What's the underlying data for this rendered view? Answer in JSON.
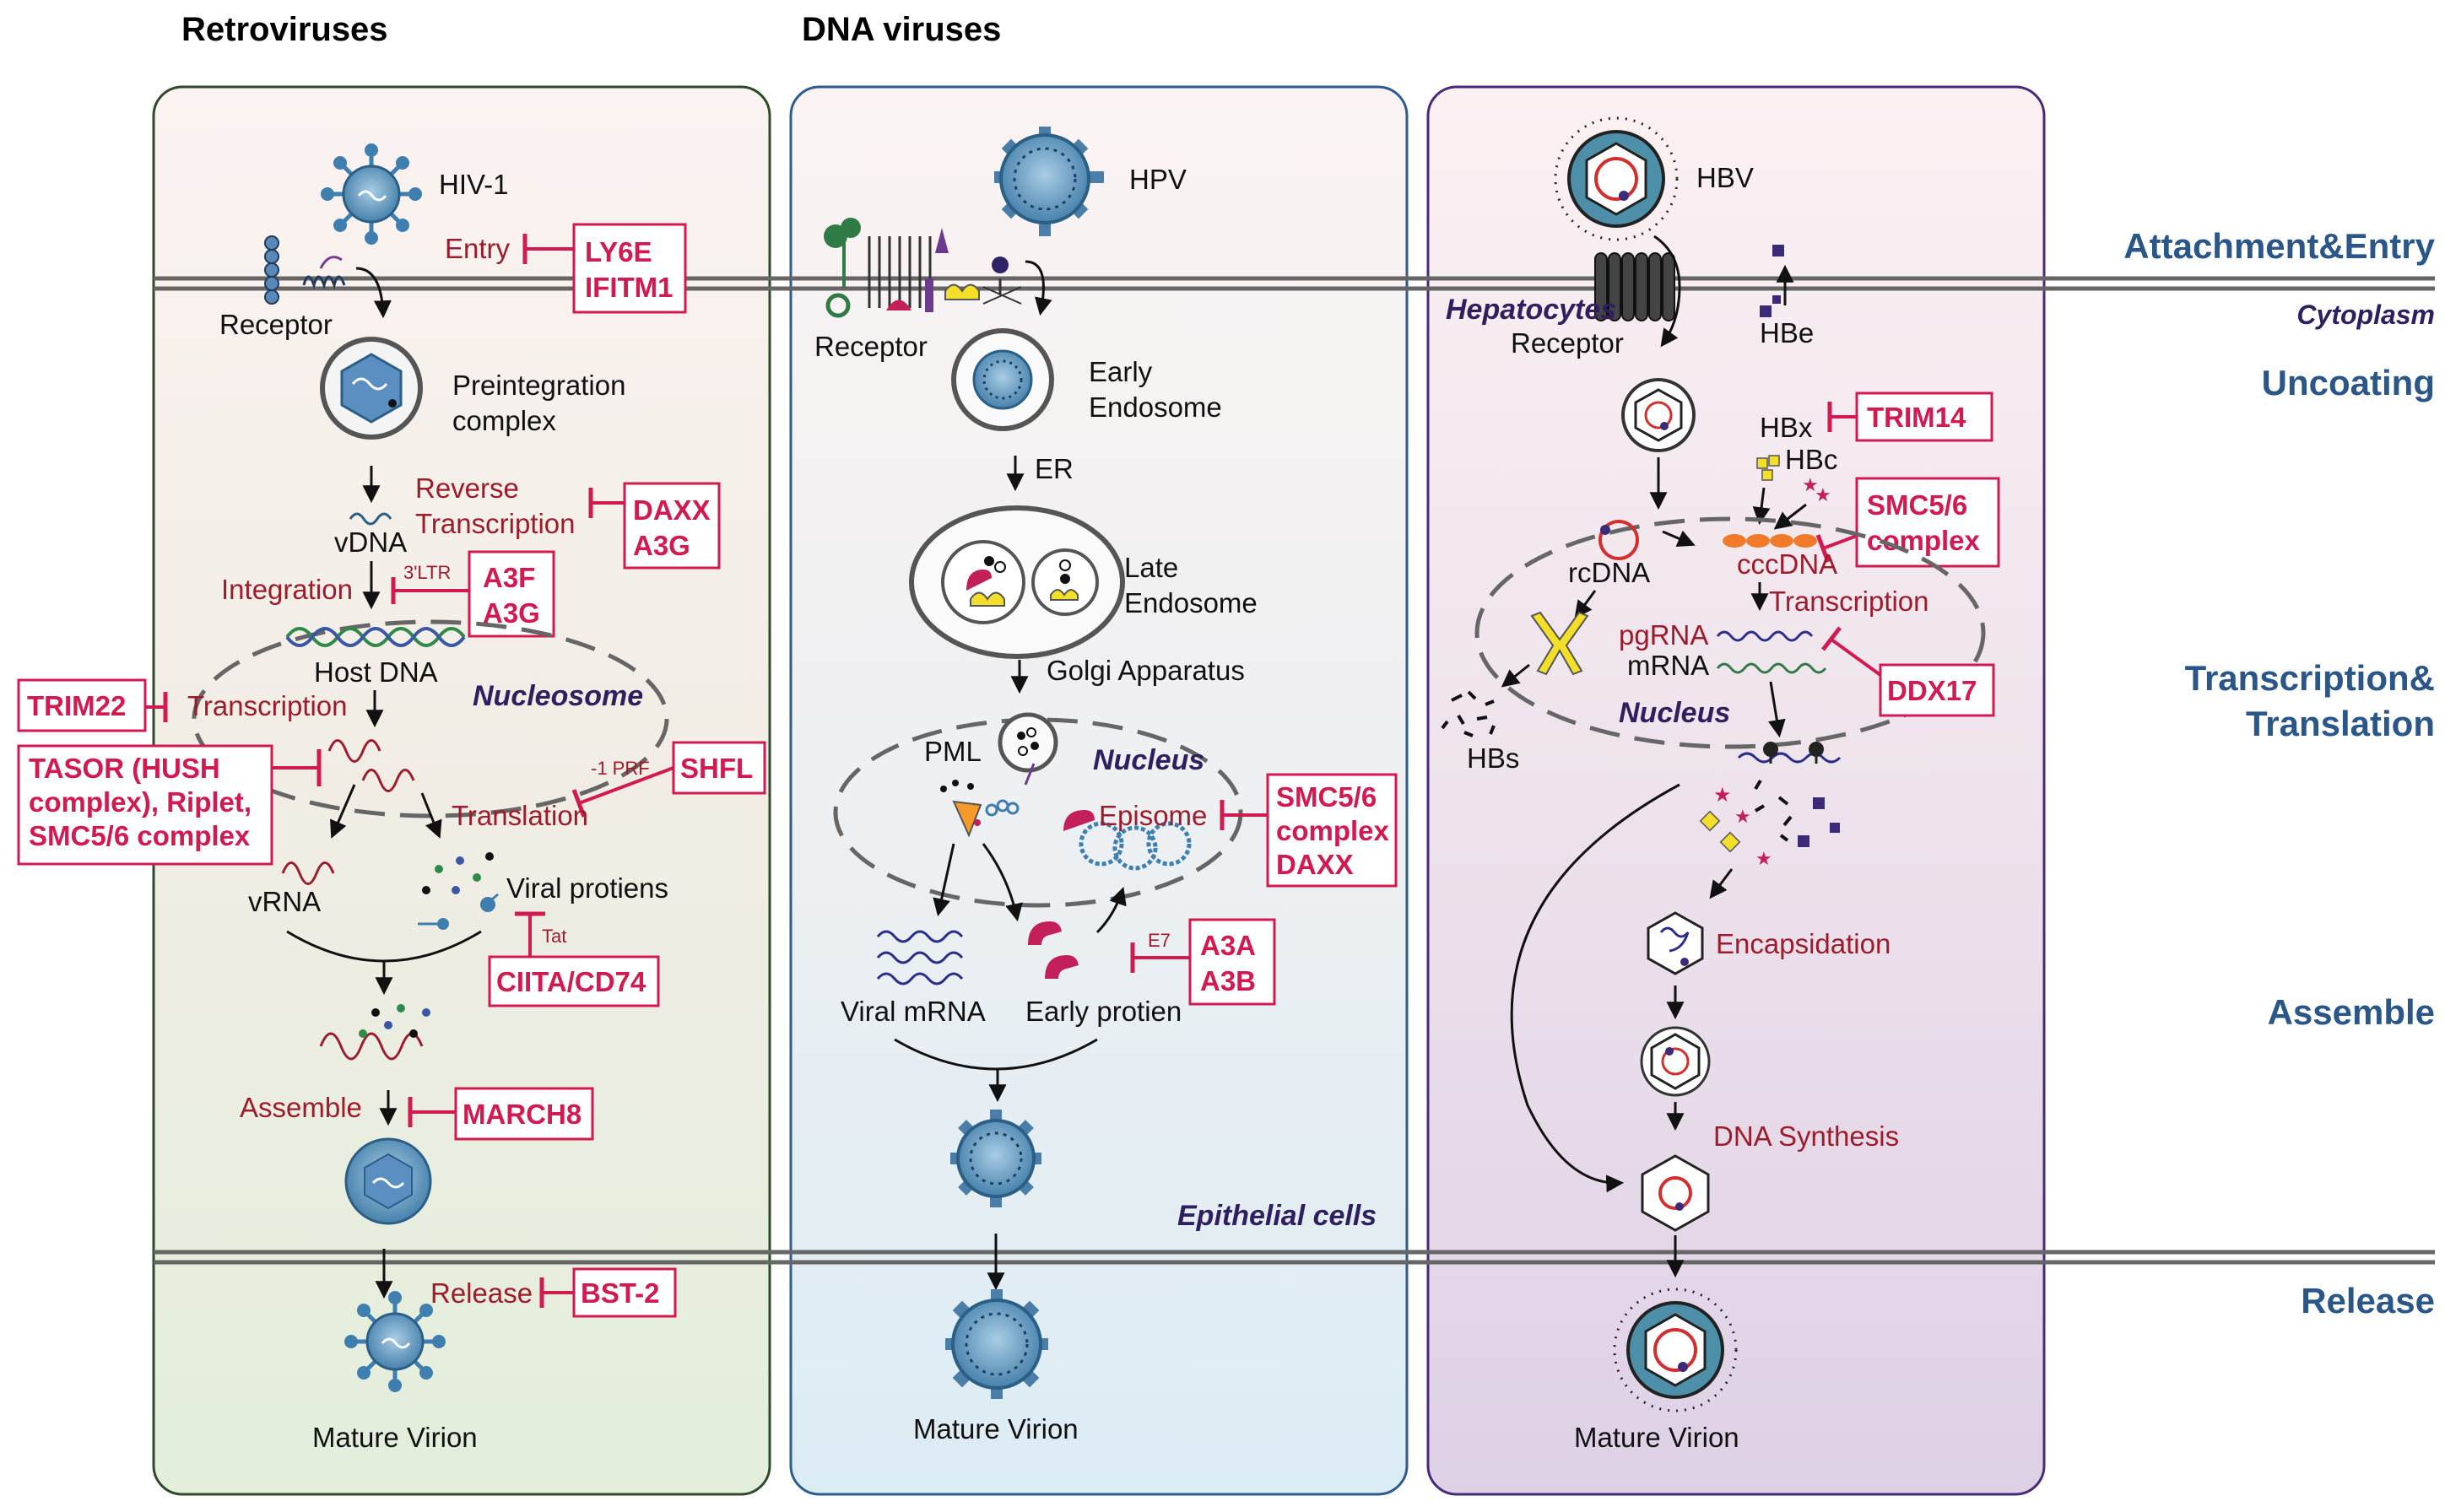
{
  "columns": [
    {
      "title": "Retroviruses",
      "virus": "HIV-1"
    },
    {
      "title": "DNA viruses",
      "virus": "HPV"
    },
    {
      "title": "",
      "virus": "HBV"
    }
  ],
  "stages": [
    "Attachment&Entry",
    "Cytoplasm",
    "Uncoating",
    "Transcription&",
    "Translation",
    "Assemble",
    "Release"
  ],
  "retro": {
    "receptor": "Receptor",
    "entry": "Entry",
    "entry_factors": [
      "LY6E",
      "IFITM1"
    ],
    "preint": [
      "Preintegration",
      "complex"
    ],
    "rt": [
      "Reverse",
      "Transcription"
    ],
    "rt_factors": [
      "DAXX",
      "A3G"
    ],
    "vdna": "vDNA",
    "ltr": "3'LTR",
    "integration": "Integration",
    "int_factors": [
      "A3F",
      "A3G"
    ],
    "host_dna": "Host DNA",
    "nucleosome": "Nucleosome",
    "trim22": "TRIM22",
    "transcription": "Transcription",
    "hush": [
      "TASOR (HUSH",
      "complex), Riplet,",
      "SMC5/6 complex"
    ],
    "prf": "-1 PRF",
    "shfl": "SHFL",
    "translation": "Translation",
    "vrna": "vRNA",
    "viral_proteins": "Viral protiens",
    "tat": "Tat",
    "ciita": "CIITA/CD74",
    "assemble": "Assemble",
    "march8": "MARCH8",
    "release": "Release",
    "bst2": "BST-2",
    "mature": "Mature Virion"
  },
  "dna": {
    "receptor": "Receptor",
    "early_endosome": [
      "Early",
      "Endosome"
    ],
    "er": "ER",
    "late_endosome": [
      "Late",
      "Endosome"
    ],
    "golgi": "Golgi Apparatus",
    "pml": "PML",
    "nucleus": "Nucleus",
    "episome": "Episome",
    "episome_factors": [
      "SMC5/6",
      "complex",
      "DAXX"
    ],
    "e7": "E7",
    "a3_factors": [
      "A3A",
      "A3B"
    ],
    "viral_mrna": "Viral mRNA",
    "early_protein": "Early protien",
    "epithelial": "Epithelial cells",
    "mature": "Mature Virion"
  },
  "hbv": {
    "hepatocytes": "Hepatocytes",
    "receptor": "Receptor",
    "hbe": "HBe",
    "hbx": "HBx",
    "trim14": "TRIM14",
    "hbc": "HBc",
    "smc": [
      "SMC5/6",
      "complex"
    ],
    "rcdna": "rcDNA",
    "cccdna": "cccDNA",
    "transcription": "Transcription",
    "pgrna": "pgRNA",
    "mrna": "mRNA",
    "ddx17": "DDX17",
    "nucleus": "Nucleus",
    "hbs": "HBs",
    "encapsidation": "Encapsidation",
    "dna_synthesis": "DNA Synthesis",
    "mature": "Mature Virion"
  },
  "colors": {
    "retro_panel": "#e6efdc",
    "dna_panel": "#dde9f2",
    "hbv_panel": "#e3d9ea",
    "factor_red": "#d11a50",
    "process_red": "#9c1c2c",
    "stage_blue": "#2a5688"
  }
}
